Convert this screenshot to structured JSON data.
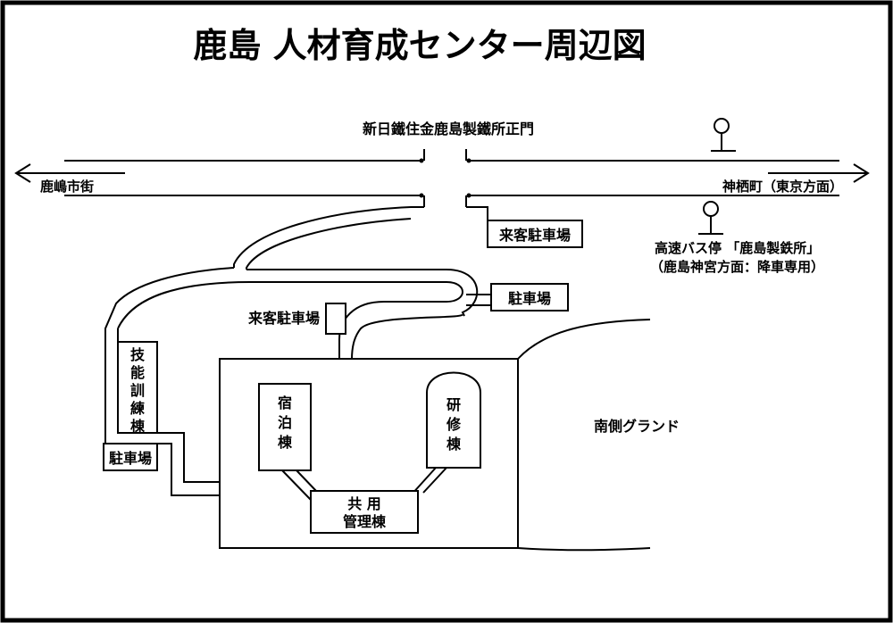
{
  "title": "鹿島 人材育成センター周辺図",
  "gate_label": "新日鐵住金鹿島製鐵所正門",
  "direction_left": "鹿嶋市街",
  "direction_right": "神栖町（東京方面）",
  "bus_stop": {
    "line1": "高速バス停 「鹿島製鉄所」",
    "line2": "（鹿島神宮方面：降車専用）"
  },
  "parking": {
    "visitor_top": "来客駐車場",
    "visitor_mid": "来客駐車場",
    "right": "駐車場",
    "left": "駐車場"
  },
  "buildings": {
    "training": [
      "技",
      "能",
      "訓",
      "練",
      "棟"
    ],
    "dormitory": [
      "宿",
      "泊",
      "棟"
    ],
    "study": [
      "研",
      "修",
      "棟"
    ],
    "admin_line1": "共 用",
    "admin_line2": "管理棟"
  },
  "ground_label": "南側グランド"
}
